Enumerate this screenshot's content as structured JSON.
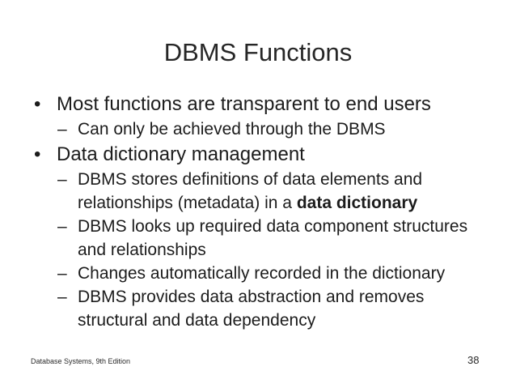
{
  "slide": {
    "title": "DBMS Functions",
    "background_color": "#ffffff",
    "text_color": "#1c1c1c",
    "bullets": [
      {
        "level": 1,
        "marker": "•",
        "text": "Most functions are transparent to end users"
      },
      {
        "level": 2,
        "marker": "–",
        "text": "Can only be achieved through the DBMS"
      },
      {
        "level": 1,
        "marker": "•",
        "text": "Data dictionary management"
      },
      {
        "level": 2,
        "marker": "–",
        "text_before_bold": "DBMS stores definitions of data elements and relationships (metadata) in a ",
        "bold_text": "data dictionary",
        "text_after_bold": ""
      },
      {
        "level": 2,
        "marker": "–",
        "text": "DBMS looks up required data component structures and relationships"
      },
      {
        "level": 2,
        "marker": "–",
        "text": "Changes automatically recorded in the dictionary"
      },
      {
        "level": 2,
        "marker": "–",
        "text": "DBMS provides data abstraction and removes structural and data dependency"
      }
    ],
    "footer": {
      "left_text": "Database Systems, 9th Edition",
      "page_number": "38"
    }
  }
}
